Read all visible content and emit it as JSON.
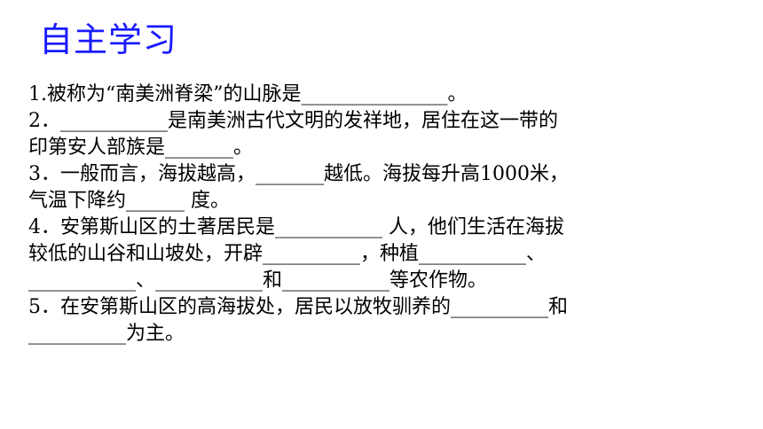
{
  "title": "自主学习",
  "lines": [
    "1.被称为“南美洲脊梁”的山脉是_______________。",
    "2．___________是南美洲古代文明的发祥地，居住在这一带的",
    "印第安人部族是_______。",
    "3．一般而言，海拔越高，_______越低。海拔每升高1000米，",
    "气温下降约______  度。",
    "4．安第斯山区的土著居民是___________ 人，他们生活在海拔",
    "较低的山谷和山坡处，开辟__________，种植___________、",
    "___________、___________和___________等农作物。",
    "5．在安第斯山区的高海拔处，居民以放牧驯养的__________和",
    "__________为主。"
  ],
  "colors": {
    "title": "#1a1aff",
    "text": "#000000",
    "background": "#ffffff"
  }
}
